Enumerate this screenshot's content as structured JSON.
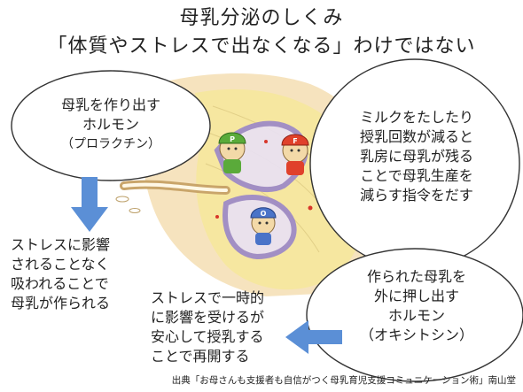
{
  "title": {
    "line1": "母乳分泌のしくみ",
    "line2": "「体質やストレスで出なくなる」わけではない"
  },
  "prolactin": {
    "line1": "母乳を作り出す",
    "line2": "ホルモン",
    "line3": "（プロラクチン）"
  },
  "milk_feedback": {
    "line1": "ミルクをたしたり",
    "line2": "授乳回数が減ると",
    "line3": "乳房に母乳が残る",
    "line4": "ことで母乳生産を",
    "line5": "減らす指令をだす"
  },
  "stress_prolactin": {
    "line1": "ストレスに影響",
    "line2": "されることなく",
    "line3": "吸われることで",
    "line4": "母乳が作られる"
  },
  "oxytocin": {
    "line1": "作られた母乳を",
    "line2": "外に押し出す",
    "line3": "ホルモン",
    "line4": "（オキシトシン）"
  },
  "stress_oxytocin": {
    "line1": "ストレスで一時的",
    "line2": "に影響を受けるが",
    "line3": "安心して授乳する",
    "line4": "ことで再開する"
  },
  "characters": {
    "p_label": "P",
    "f_label": "F",
    "o_label": "O"
  },
  "source": "出典「お母さんも支援者も自信がつく母乳育児支援コミュニケーション術」南山堂",
  "colors": {
    "arrow_blue": "#5b8fd6",
    "breast_yellow": "#f6e7a0",
    "skin": "#f3d9a8",
    "cap_green": "#5aaa3a",
    "cap_red": "#e0412b",
    "cap_blue": "#4a73c8",
    "duct_purple": "#9a86c8"
  }
}
